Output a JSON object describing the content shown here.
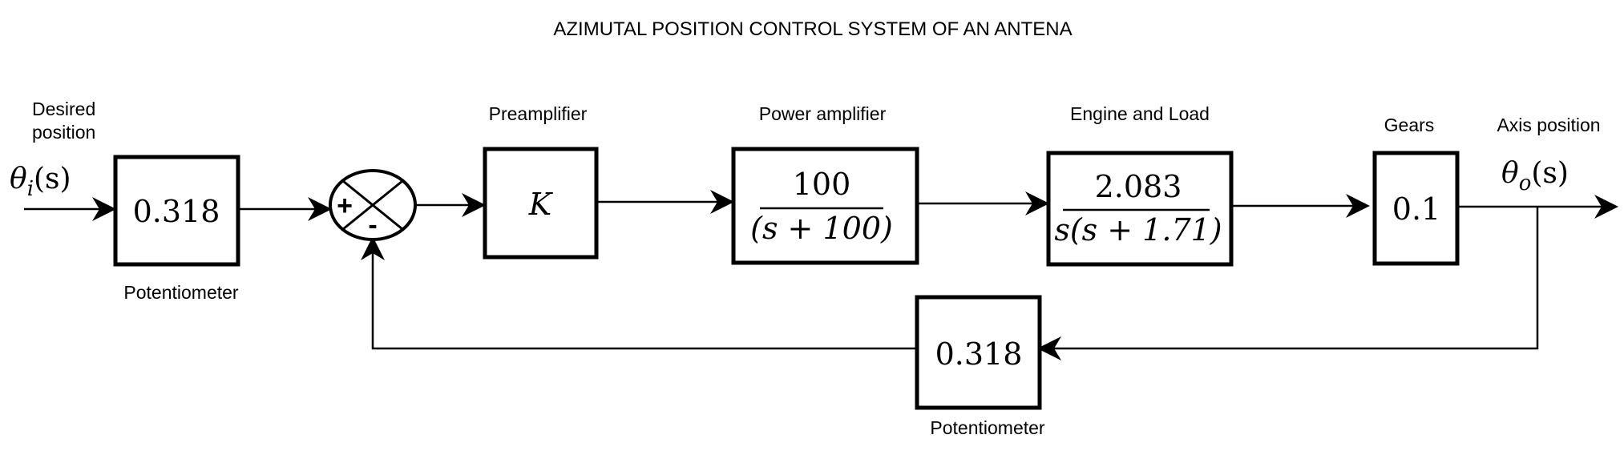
{
  "title": "AZIMUTAL POSITION CONTROL SYSTEM OF AN ANTENA",
  "input": {
    "label_line1": "Desired",
    "label_line2": "position",
    "signal_symbol": "θ",
    "signal_subscript": "i",
    "signal_arg": "(s)"
  },
  "output": {
    "label": "Axis position",
    "signal_symbol": "θ",
    "signal_subscript": "o",
    "signal_arg": "(s)"
  },
  "blocks": {
    "potentiometer_in": {
      "value": "0.318",
      "label": "Potentiometer"
    },
    "preamplifier": {
      "value": "K",
      "label": "Preamplifier"
    },
    "power_amplifier": {
      "numerator": "100",
      "denominator": "(s + 100)",
      "label": "Power amplifier"
    },
    "engine_load": {
      "numerator": "2.083",
      "denominator": "s(s + 1.71)",
      "label": "Engine and Load"
    },
    "gears": {
      "value": "0.1",
      "label": "Gears"
    },
    "potentiometer_fb": {
      "value": "0.318",
      "label": "Potentiometer"
    }
  },
  "summing_junction": {
    "plus_sign": "+",
    "minus_sign": "-"
  },
  "arrow_icon": "filled-arrowhead"
}
